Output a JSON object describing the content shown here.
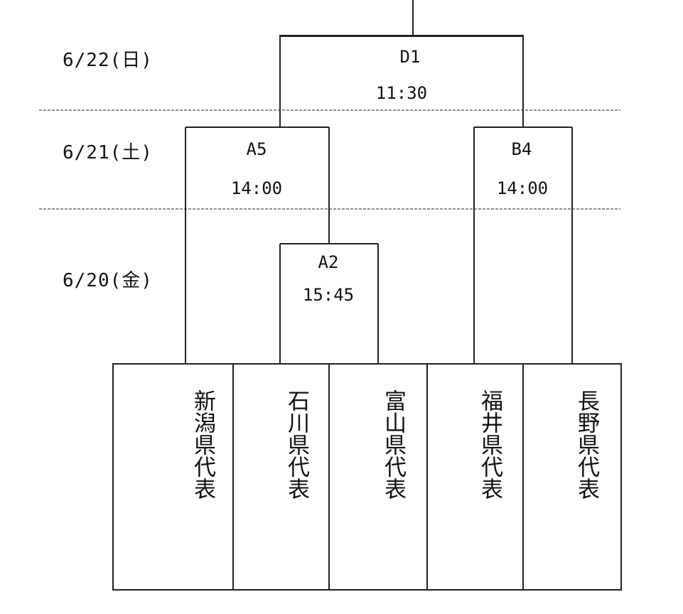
{
  "dates": [
    "6/22(日)",
    "6/21(土)",
    "6/20(金)"
  ],
  "matches": {
    "d1": {
      "code": "D1",
      "time": "11:30"
    },
    "a5": {
      "code": "A5",
      "time": "14:00"
    },
    "b4": {
      "code": "B4",
      "time": "14:00"
    },
    "a2": {
      "code": "A2",
      "time": "15:45"
    }
  },
  "teams": [
    "新潟県代表",
    "石川県代表",
    "富山県代表",
    "福井県代表",
    "長野県代表"
  ]
}
